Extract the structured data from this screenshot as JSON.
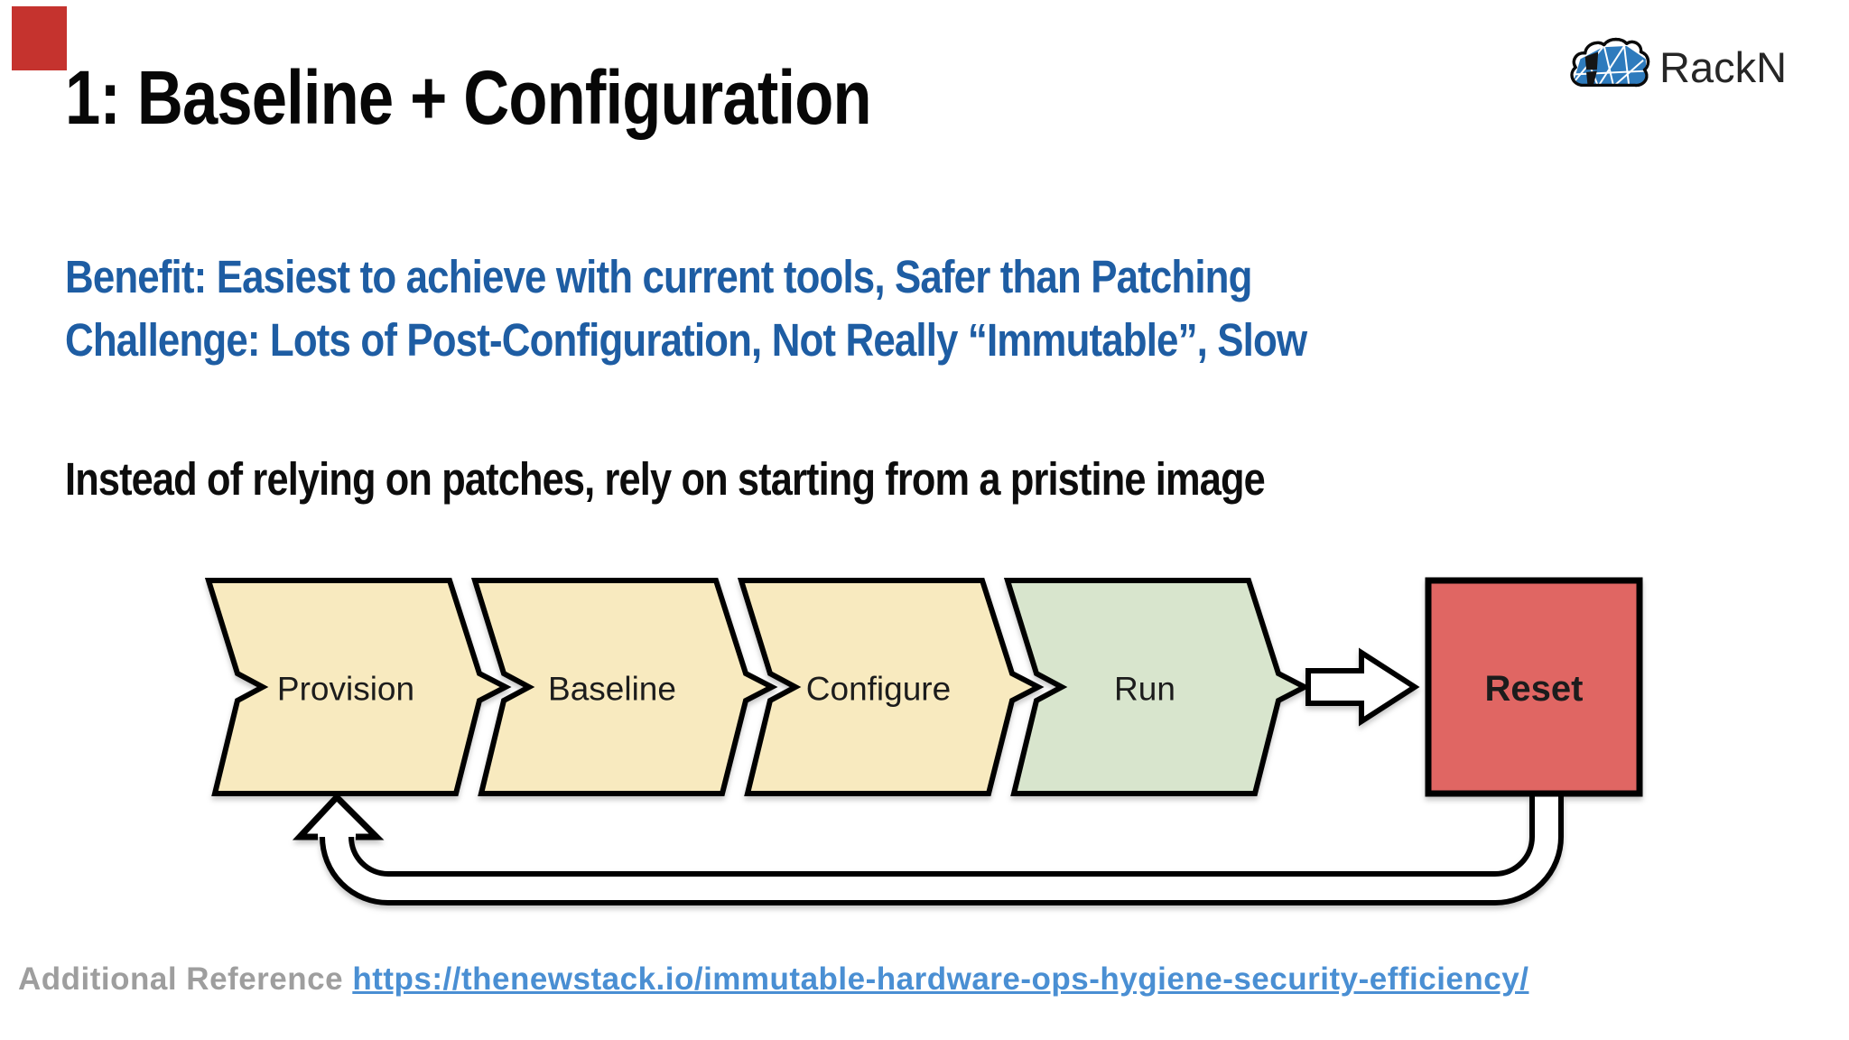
{
  "slide": {
    "title": "1: Baseline + Configuration",
    "benefit": "Benefit: Easiest to achieve with current tools, Safer than Patching",
    "challenge": "Challenge: Lots of Post-Configuration, Not Really “Immutable”, Slow",
    "subtitle": "Instead of relying on patches, rely on starting from a pristine image"
  },
  "logo": {
    "brand": "RackN"
  },
  "diagram": {
    "steps": [
      {
        "label": "Provision",
        "fill": "#f8eabf"
      },
      {
        "label": "Baseline",
        "fill": "#f8eabf"
      },
      {
        "label": "Configure",
        "fill": "#f8eabf"
      },
      {
        "label": "Run",
        "fill": "#d8e5cd"
      }
    ],
    "terminal": {
      "label": "Reset",
      "fill": "#e06663"
    }
  },
  "footer": {
    "label": "Additional Reference",
    "link_text": "https://thenewstack.io/immutable-hardware-ops-hygiene-security-efficiency/"
  },
  "colors": {
    "heading_blue": "#1e5da3",
    "link_blue": "#4a8fd3",
    "reference_gray": "#9e9e9e",
    "chevron_cream": "#f8eabf",
    "chevron_green": "#d8e5cd",
    "reset_red": "#e06663",
    "outline_black": "#000000",
    "logo_blue": "#2e7bbd",
    "corner_red": "#c5332e"
  }
}
